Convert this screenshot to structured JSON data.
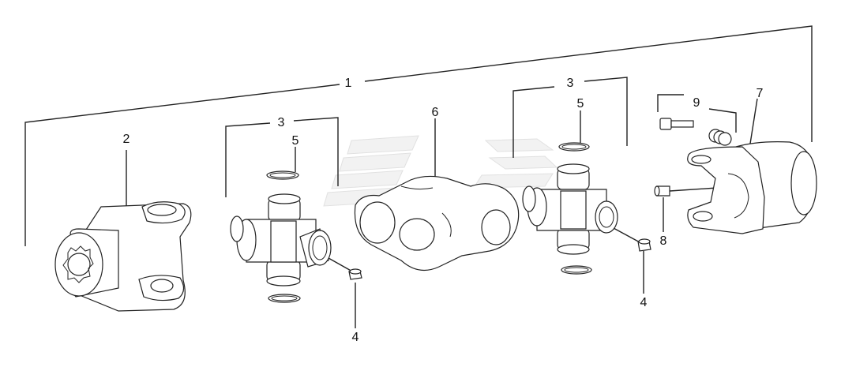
{
  "callouts": {
    "assembly": "1",
    "yoke": "2",
    "cross_left": "3",
    "cross_right": "3",
    "ring_left": "5",
    "ring_right": "5",
    "center_coupling": "6",
    "shield_yoke": "7",
    "grease_nipple_left": "4",
    "grease_nipple_right": "4",
    "grease_nipple_7": "8",
    "bolt_set": "9"
  }
}
